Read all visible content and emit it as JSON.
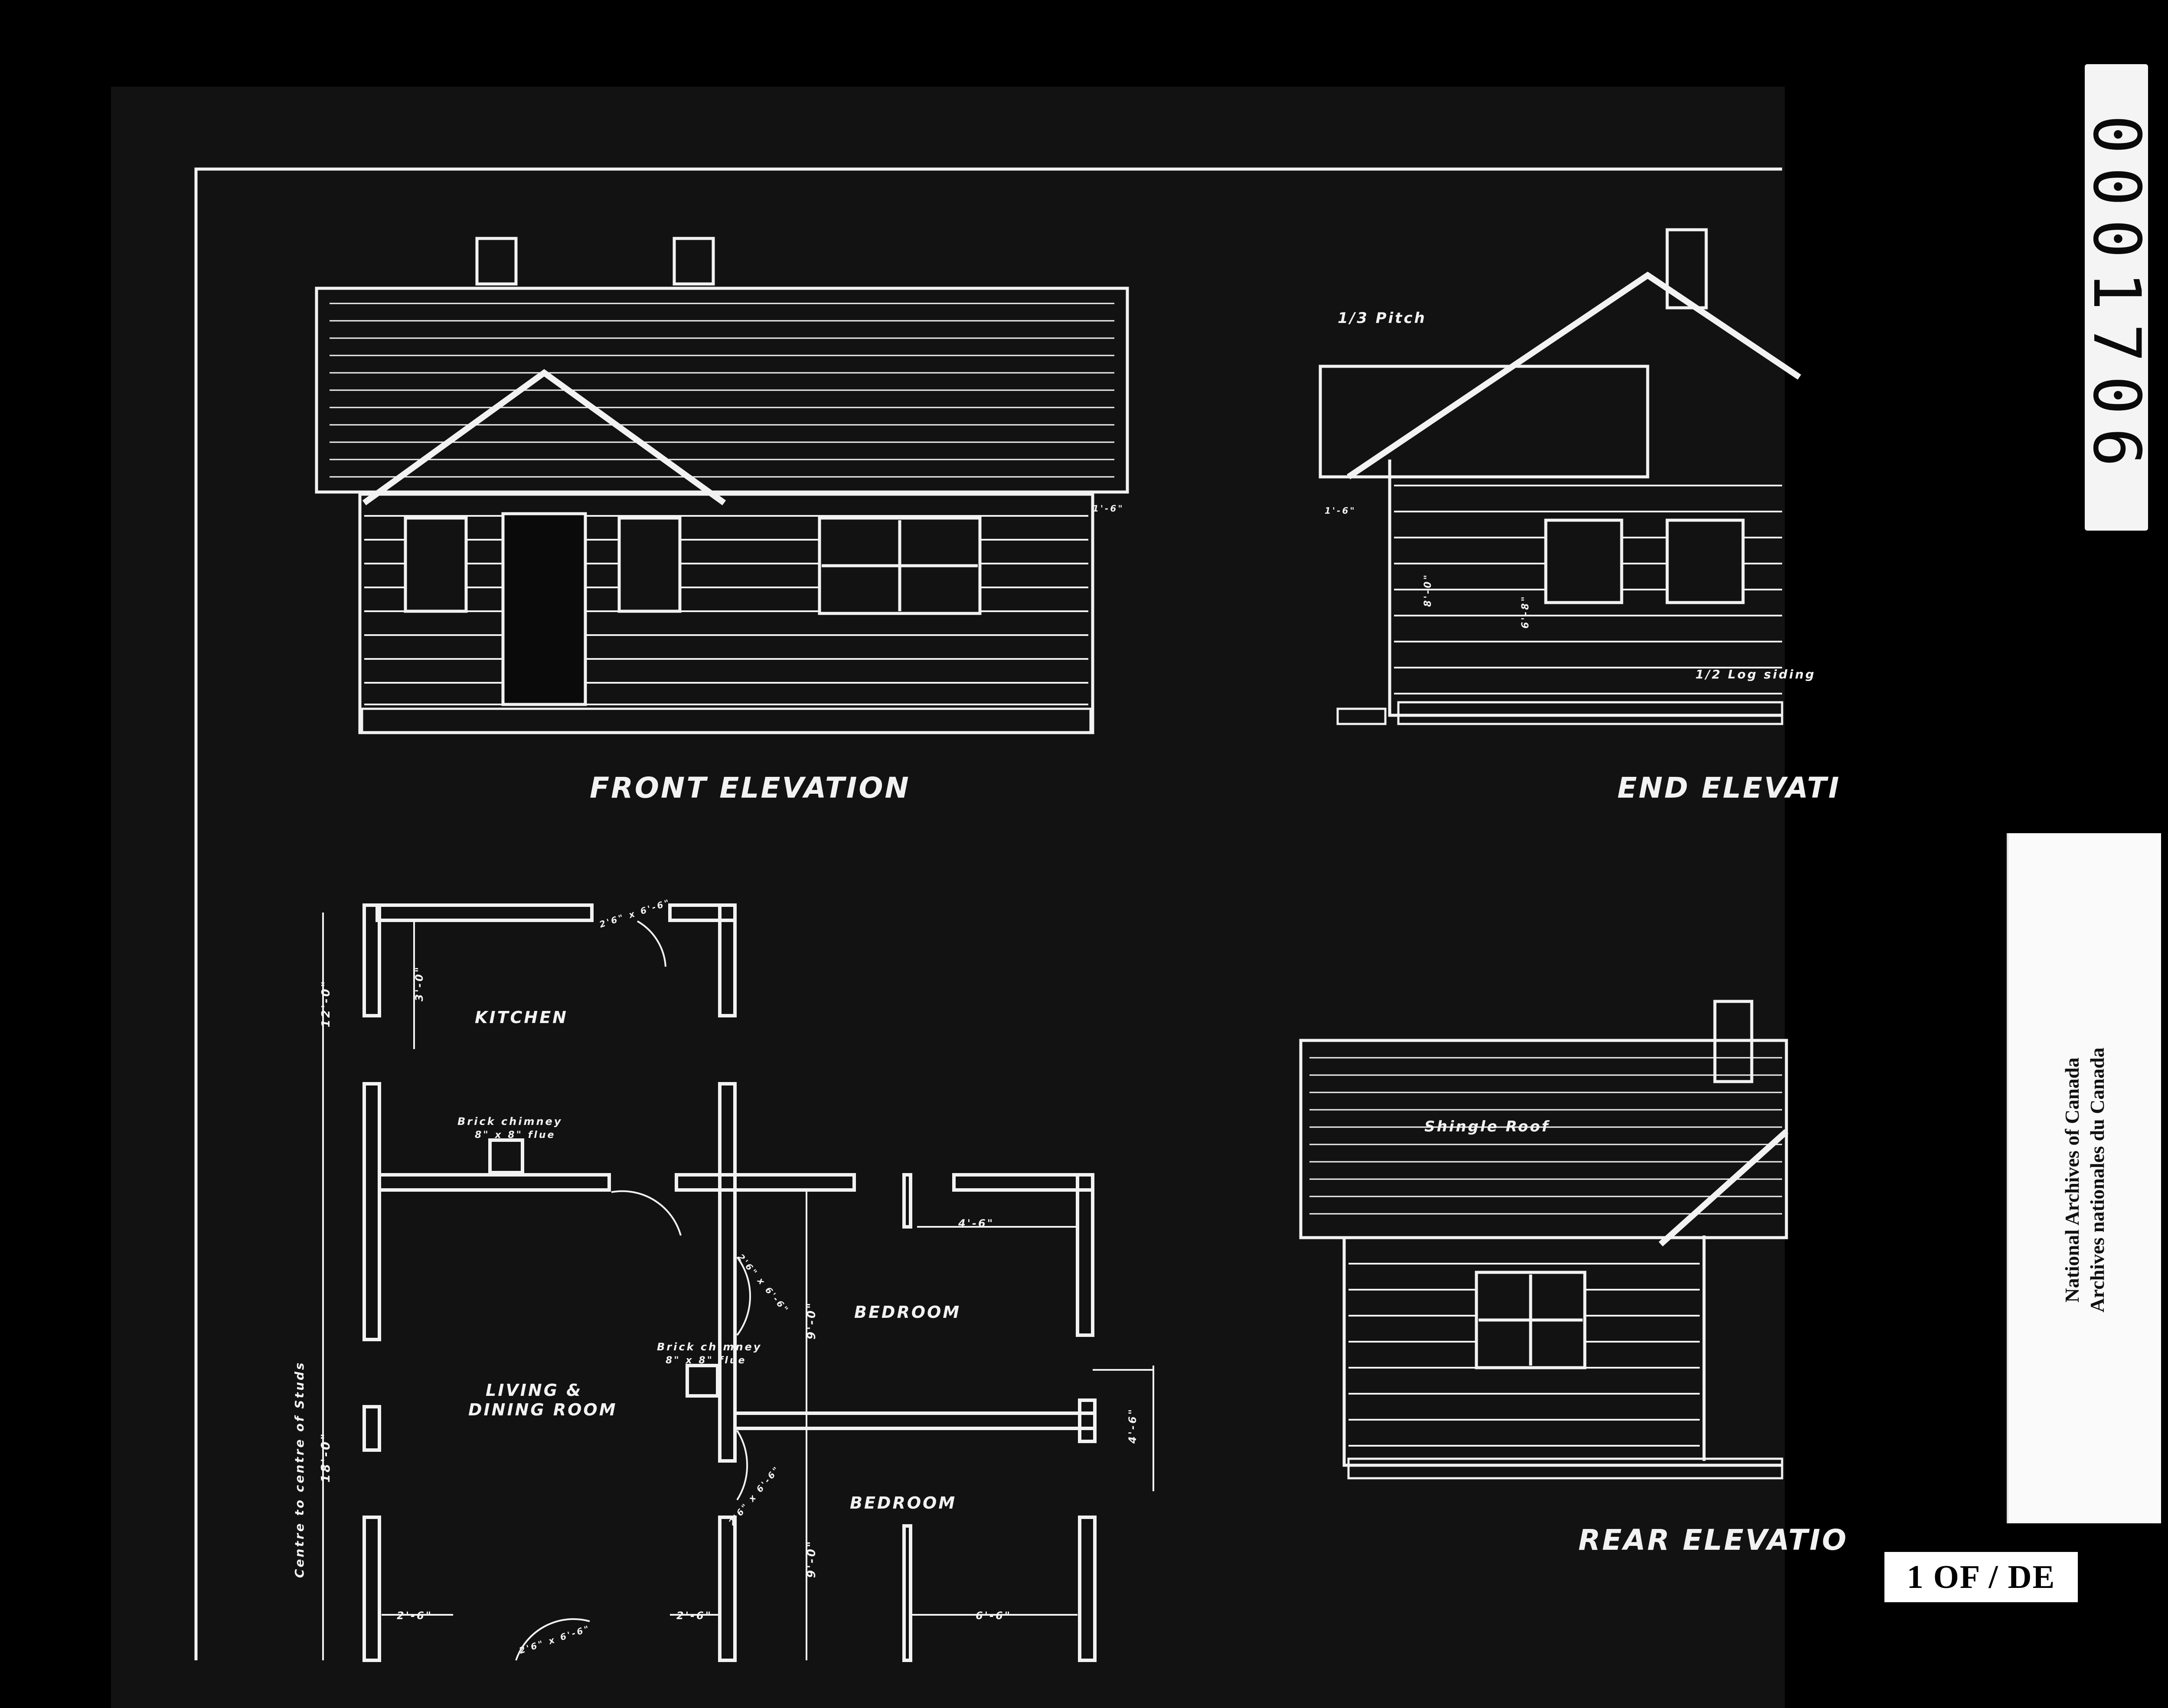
{
  "stamp_number": "0001706",
  "archive_label": {
    "line1": "National Archives of Canada",
    "line2": "Archives nationales du Canada"
  },
  "reel_label": "1 OF / DE",
  "drawing": {
    "front_elevation_title": "FRONT ELEVATION",
    "end_elevation_title": "END ELEVATI",
    "rear_elevation_title": "REAR ELEVATIO",
    "pitch_note": "1/3 Pitch",
    "log_siding_note": "1/2 Log siding",
    "shingle_roof_note": "Shingle Roof",
    "rooms": {
      "kitchen": "KITCHEN",
      "living_line1": "LIVING &",
      "living_line2": "DINING ROOM",
      "bedroom1": "BEDROOM",
      "bedroom2": "BEDROOM"
    },
    "chimney_note_1": "Brick chimney",
    "chimney_flue_1": "8\" x 8\" flue",
    "chimney_note_2": "Brick chimney",
    "chimney_flue_2": "8\" x 8\" flue",
    "side_dimension_note": "Centre to centre of Studs",
    "dimensions": {
      "kitchen_height": "12'-0\"",
      "kitchen_window_drop": "3'-0\"",
      "living_height": "18'-0\"",
      "bedroom_height_1": "9'-0\"",
      "bedroom_height_2": "9'-0\"",
      "closet_width": "4'-6\"",
      "closet_depth": "4'-6\"",
      "bottom_dim_1": "2'-6\"",
      "bottom_dim_2": "2'-6\"",
      "bottom_dim_3": "6'-6\"",
      "front_door_size": "2'6\" x 6'-6\"",
      "kitchen_door_size": "2'6\" x 6'-6\"",
      "bedroom_door_size_1": "2'6\" x 6'-6\"",
      "bedroom_door_size_2": "2'6\" x 6'-6\"",
      "wall_height_1": "8'-0\"",
      "wall_height_2": "6'-8\"",
      "eave_note": "1'-6\"",
      "eave_note_2": "1'-6\""
    }
  }
}
